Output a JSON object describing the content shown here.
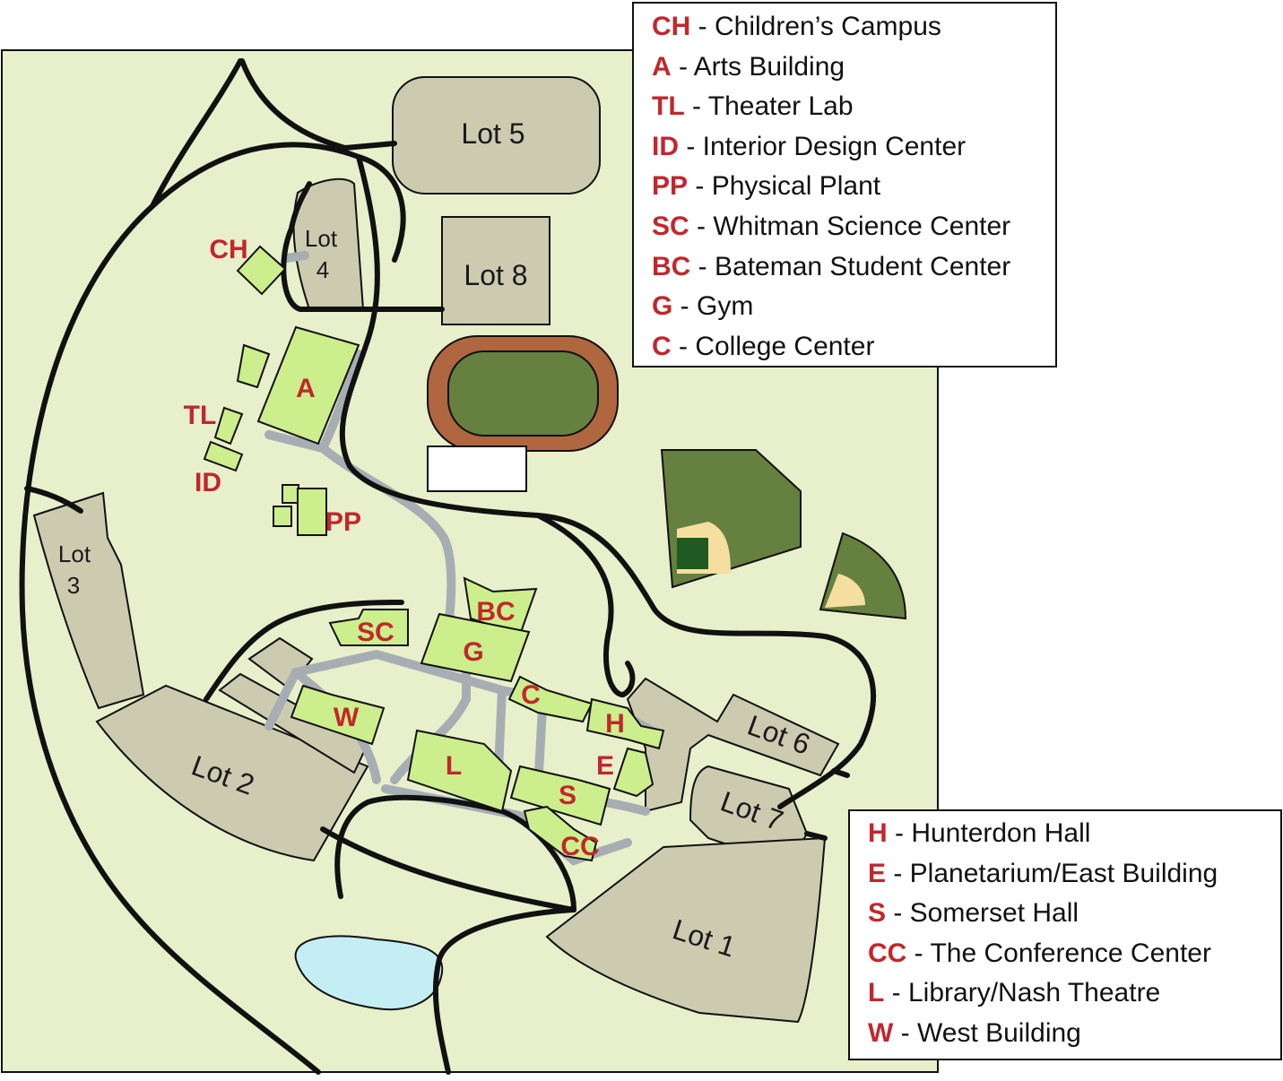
{
  "map": {
    "lots": {
      "lot1": "Lot 1",
      "lot2": "Lot 2",
      "lot3_a": "Lot",
      "lot3_b": "3",
      "lot4_a": "Lot",
      "lot4_b": "4",
      "lot5": "Lot 5",
      "lot6": "Lot 6",
      "lot7": "Lot 7",
      "lot8": "Lot 8"
    },
    "buildings": {
      "ch": "CH",
      "a": "A",
      "tl": "TL",
      "id": "ID",
      "pp": "PP",
      "sc": "SC",
      "bc": "BC",
      "g": "G",
      "c": "C",
      "h": "H",
      "e": "E",
      "l": "L",
      "s": "S",
      "cc": "CC",
      "w": "W"
    }
  },
  "legend_top": [
    {
      "code": "CH",
      "name": " - Children’s Campus"
    },
    {
      "code": "A",
      "name": " - Arts Building"
    },
    {
      "code": "TL",
      "name": " - Theater Lab"
    },
    {
      "code": "ID",
      "name": " - Interior Design Center"
    },
    {
      "code": "PP",
      "name": " - Physical Plant"
    },
    {
      "code": "SC",
      "name": " - Whitman Science Center"
    },
    {
      "code": "BC",
      "name": " - Bateman Student Center"
    },
    {
      "code": "G",
      "name": " - Gym"
    },
    {
      "code": "C",
      "name": " - College Center"
    }
  ],
  "legend_bottom": [
    {
      "code": "H",
      "name": " - Hunterdon Hall"
    },
    {
      "code": "E",
      "name": " - Planetarium/East Building"
    },
    {
      "code": "S",
      "name": " - Somerset Hall"
    },
    {
      "code": "CC",
      "name": " - The Conference Center"
    },
    {
      "code": "L",
      "name": " - Library/Nash Theatre"
    },
    {
      "code": "W",
      "name": " - West Building"
    }
  ],
  "colors": {
    "campus": "#e8efcb",
    "building": "#ccee8c",
    "lot": "#cccbb0",
    "field": "#65803f",
    "track": "#b0663e",
    "pond": "#c4eef3",
    "path": "#a7aeb3",
    "label": "#c1272d"
  }
}
